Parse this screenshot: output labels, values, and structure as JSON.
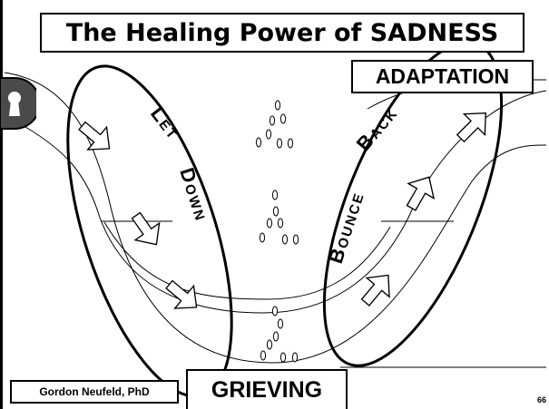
{
  "title": "The Healing Power of SADNESS",
  "labels": {
    "adaptation": "ADAPTATION",
    "grieving": "GRIEVING",
    "author": "Gordon Neufeld, PhD",
    "page_number": "66"
  },
  "phases": {
    "let_down": {
      "word1": "Let",
      "word2": "Down"
    },
    "bounce_back": {
      "word1": "Bounce",
      "word2": "Back"
    }
  },
  "icons": {
    "keyhole": "keyhole-icon",
    "arrows_down": "arrow-down-right-icon",
    "arrows_up": "arrow-up-right-icon",
    "tears": "teardrop-icon"
  },
  "colors": {
    "ink": "#000000",
    "background": "#ffffff",
    "keyhole_fill": "#4a4a4a"
  }
}
